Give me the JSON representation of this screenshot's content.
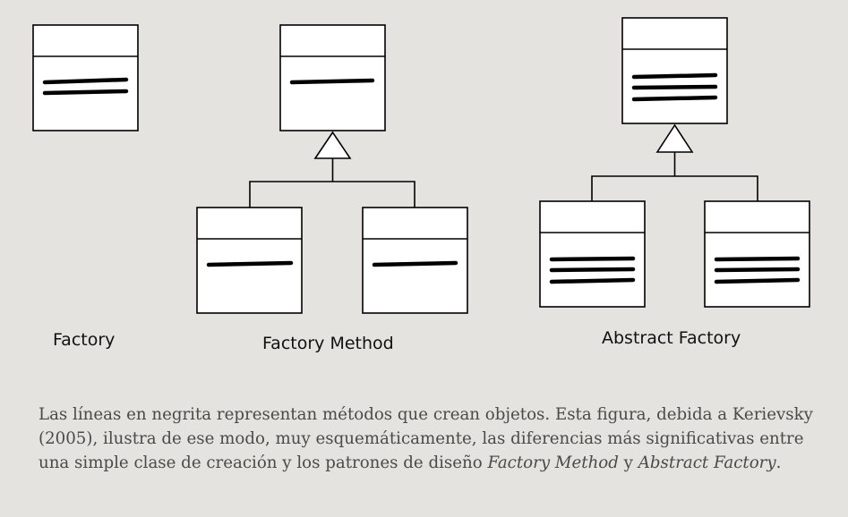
{
  "labels": {
    "factory": "Factory",
    "factory_method": "Factory Method",
    "abstract_factory": "Abstract Factory"
  },
  "caption": {
    "part1": "Las líneas en negrita representan métodos que crean objetos. Esta figura, debida a Kerievsky (2005), ilustra de ese modo, muy esquemáticamente, las diferencias más significativas entre una simple clase de creación y los patrones de diseño ",
    "em1": "Factory Method",
    "part2": " y ",
    "em2": "Abstract Factory",
    "part3": "."
  }
}
